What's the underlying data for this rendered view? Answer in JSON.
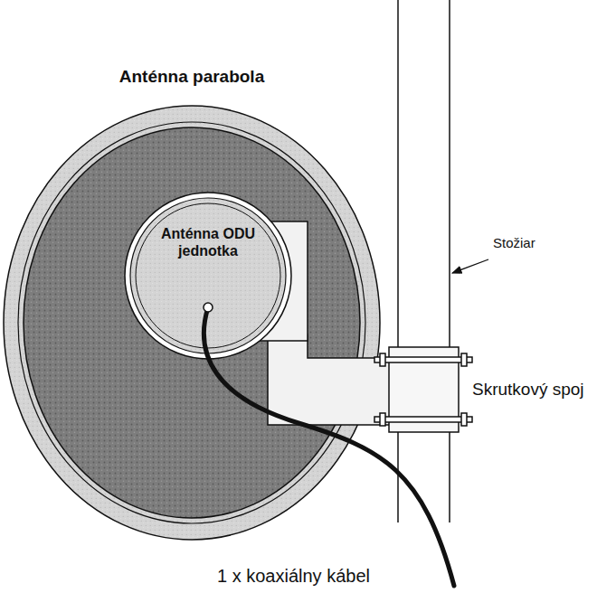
{
  "diagram": {
    "nodes": [
      {
        "text": [
          "Anténna parabola"
        ]
      },
      {
        "text": [
          "Anténna ODU jednotka"
        ],
        "in": 0
      }
    ],
    "labels": [
      "Stožiar",
      "Skrutkový spoj",
      "1 x koaxiálny kábel"
    ]
  }
}
